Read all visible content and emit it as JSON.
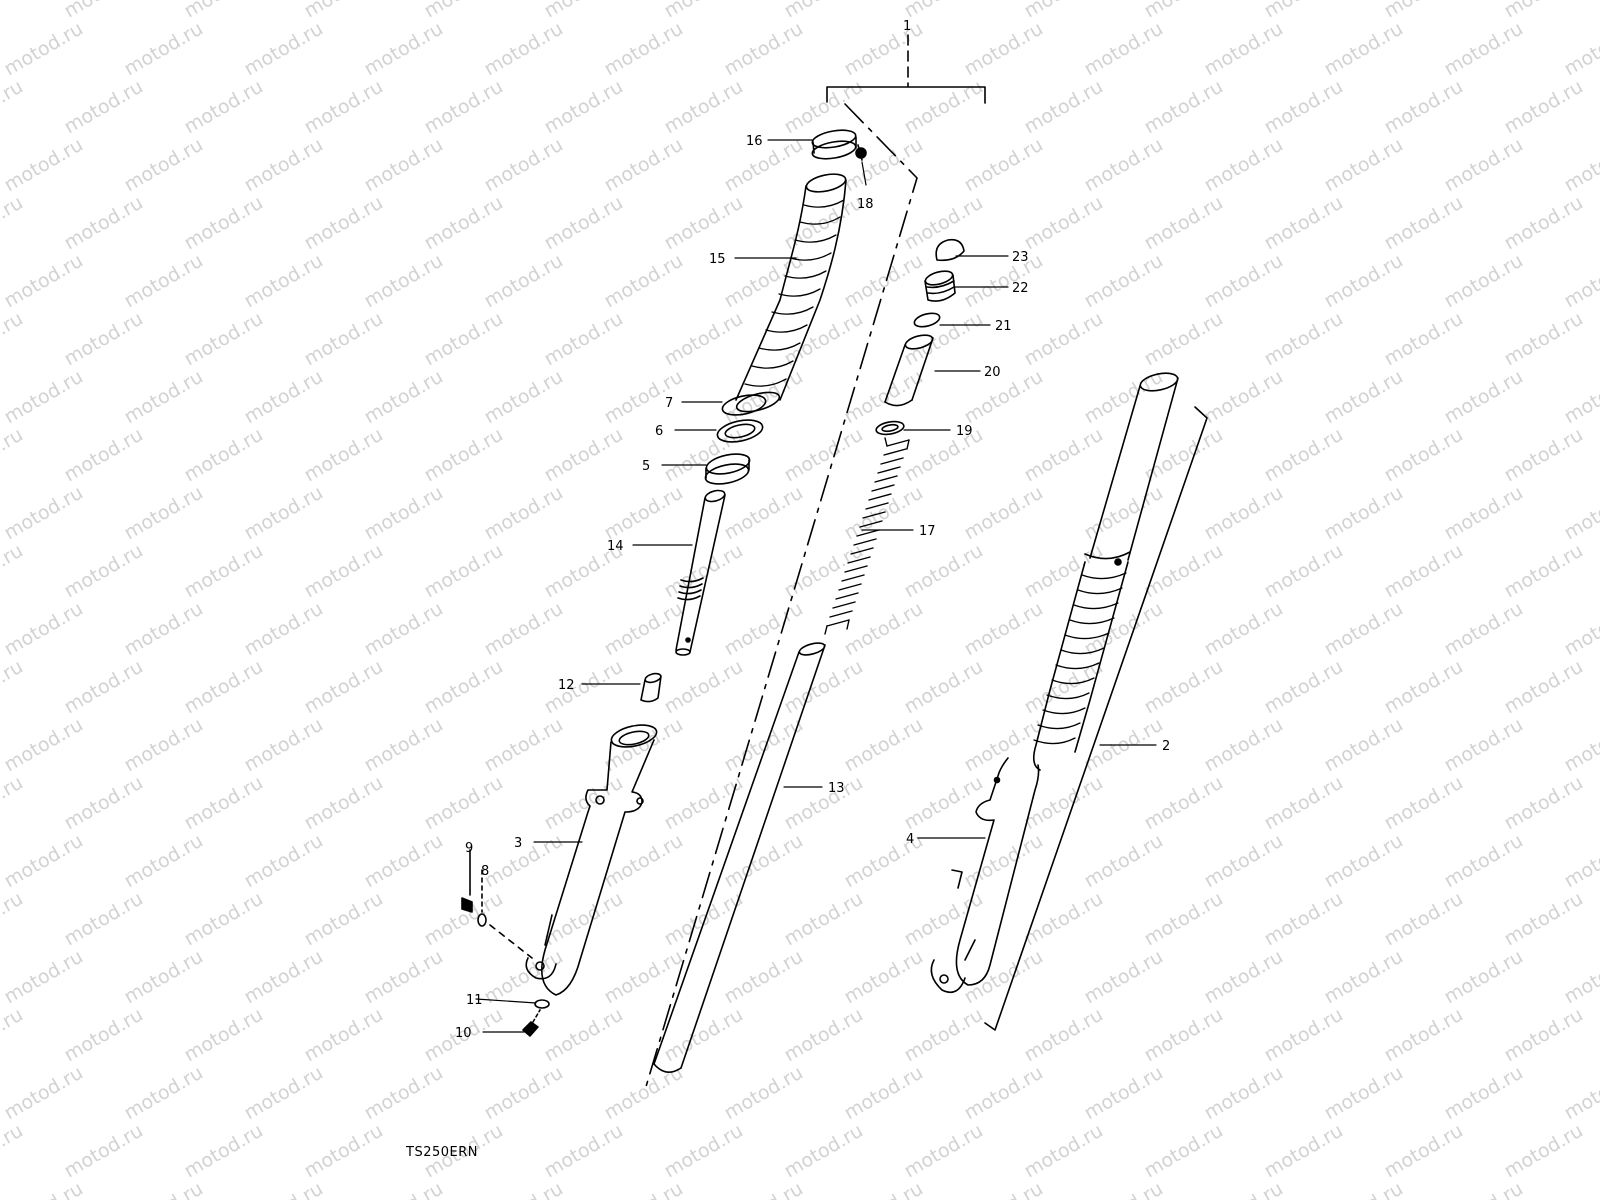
{
  "watermark": "motod.ru",
  "model_code": "TS250ERN",
  "assembly_label": "1",
  "callouts": [
    {
      "id": "c1",
      "text": "2"
    },
    {
      "id": "c2",
      "text": "3"
    },
    {
      "id": "c3",
      "text": "4"
    },
    {
      "id": "c4",
      "text": "5"
    },
    {
      "id": "c5",
      "text": "6"
    },
    {
      "id": "c6",
      "text": "7"
    },
    {
      "id": "c7",
      "text": "8"
    },
    {
      "id": "c8",
      "text": "9"
    },
    {
      "id": "c9",
      "text": "10"
    },
    {
      "id": "c10",
      "text": "11"
    },
    {
      "id": "c11",
      "text": "12"
    },
    {
      "id": "c12",
      "text": "13"
    },
    {
      "id": "c13",
      "text": "14"
    },
    {
      "id": "c14",
      "text": "15"
    },
    {
      "id": "c15",
      "text": "16"
    },
    {
      "id": "c16",
      "text": "17"
    },
    {
      "id": "c17",
      "text": "18"
    },
    {
      "id": "c18",
      "text": "19"
    },
    {
      "id": "c19",
      "text": "20"
    },
    {
      "id": "c20",
      "text": "21"
    },
    {
      "id": "c21",
      "text": "22"
    },
    {
      "id": "c22",
      "text": "23"
    }
  ]
}
